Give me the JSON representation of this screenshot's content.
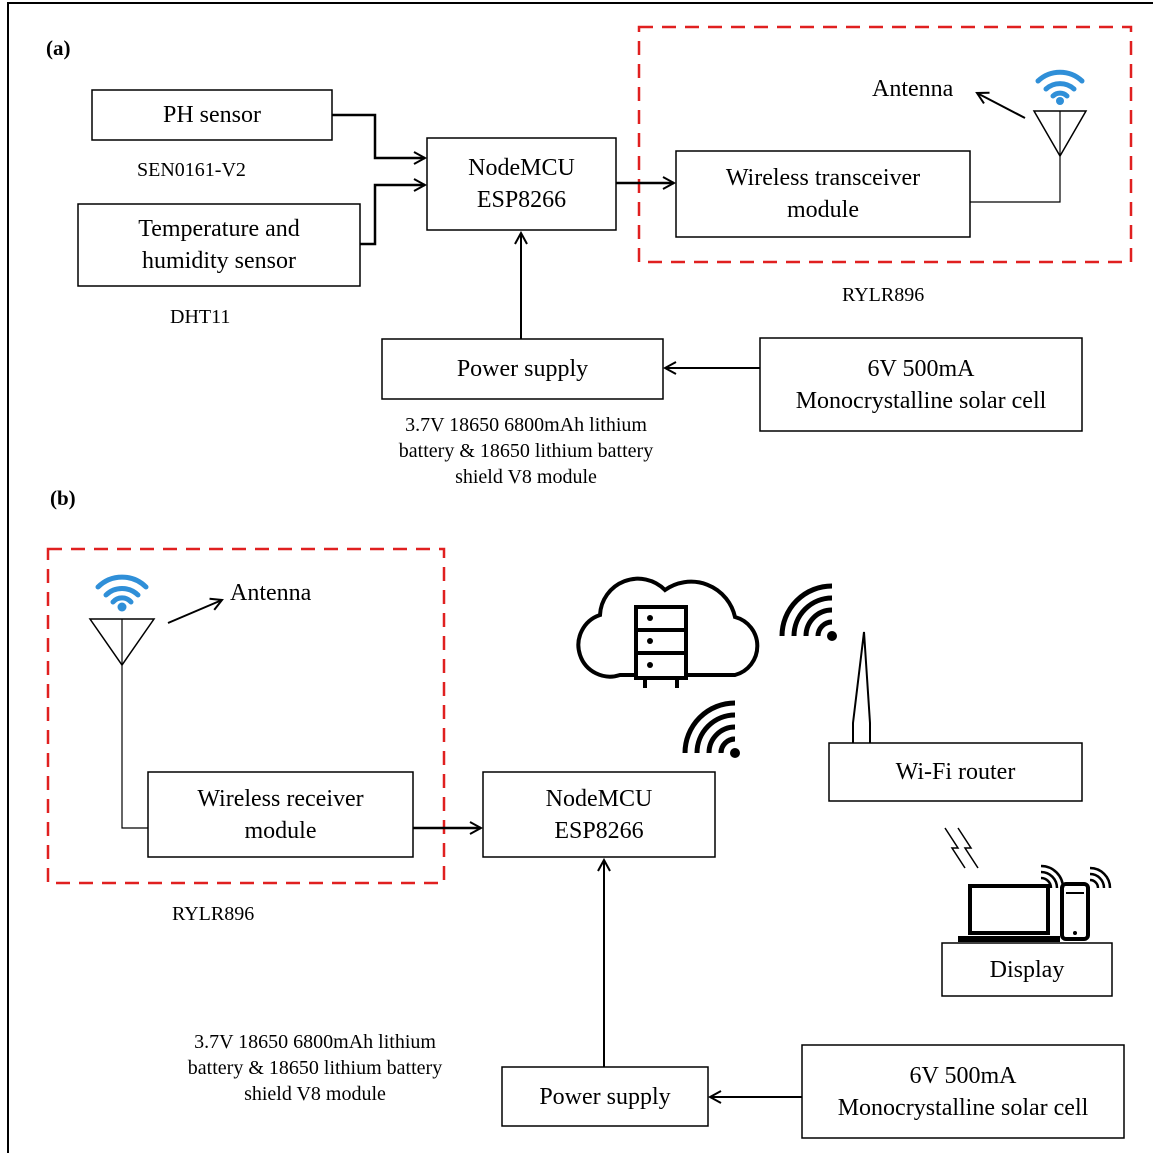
{
  "panel_a": {
    "tag": "(a)",
    "ph_sensor": "PH sensor",
    "ph_sensor_model": "SEN0161-V2",
    "temp_sensor": [
      "Temperature and",
      "humidity sensor"
    ],
    "temp_sensor_model": "DHT11",
    "mcu": [
      "NodeMCU",
      "ESP8266"
    ],
    "transceiver": [
      "Wireless transceiver",
      "module"
    ],
    "antenna": "Antenna",
    "lora_model": "RYLR896",
    "power_supply": "Power supply",
    "battery": [
      "3.7V 18650 6800mAh lithium",
      "battery & 18650 lithium battery",
      "shield V8 module"
    ],
    "solar": [
      "6V 500mA",
      "Monocrystalline solar cell"
    ]
  },
  "panel_b": {
    "tag": "(b)",
    "antenna": "Antenna",
    "receiver": [
      "Wireless receiver",
      "module"
    ],
    "lora_model": "RYLR896",
    "mcu": [
      "NodeMCU",
      "ESP8266"
    ],
    "router": "Wi-Fi router",
    "display": "Display",
    "power_supply": "Power supply",
    "battery": [
      "3.7V 18650 6800mAh lithium",
      "battery & 18650 lithium battery",
      "shield V8 module"
    ],
    "solar": [
      "6V 500mA",
      "Monocrystalline solar cell"
    ]
  },
  "colors": {
    "wifi_blue": "#2f8fd8",
    "dashed_red": "#e02020",
    "line": "#000000"
  },
  "icons": [
    "wifi-icon",
    "antenna-icon",
    "cloud-server-icon",
    "wifi-signal-icon",
    "laptop-icon",
    "phone-icon",
    "lightning-icon"
  ]
}
